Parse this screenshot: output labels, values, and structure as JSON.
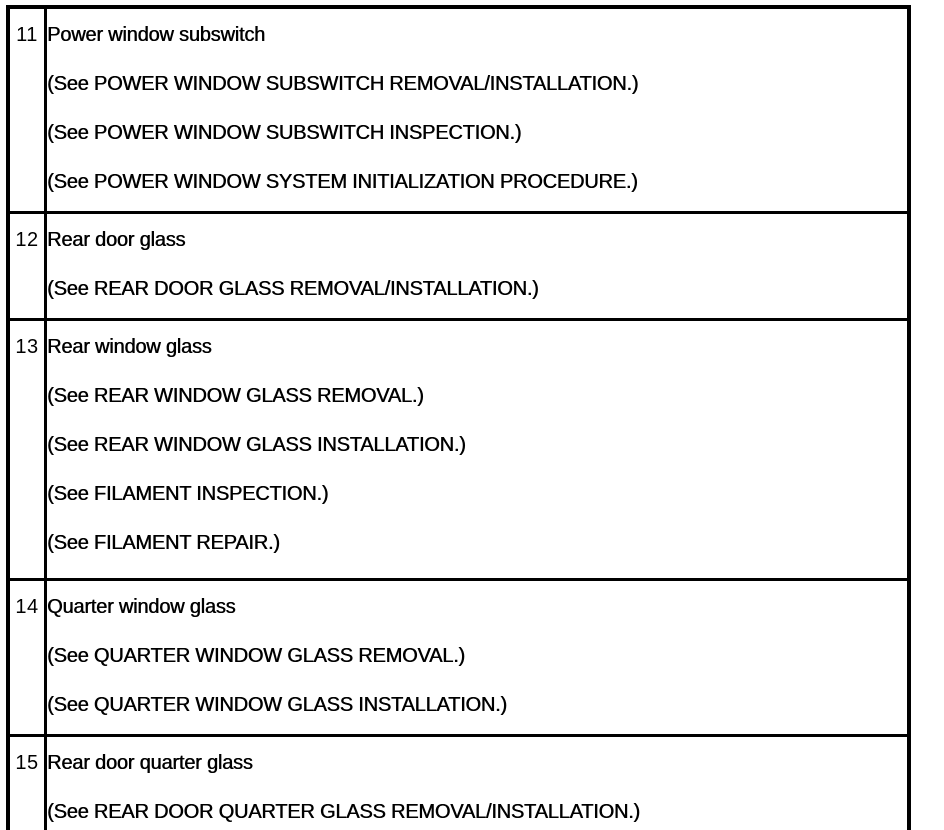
{
  "colors": {
    "background": "#ffffff",
    "border": "#000000",
    "text": "#000000"
  },
  "table": {
    "description": "Service manual component index table, items 11-15",
    "rows": [
      {
        "num": "11",
        "title": "Power window subswitch",
        "refs": [
          "(See POWER WINDOW SUBSWITCH REMOVAL/INSTALLATION.)",
          "(See POWER WINDOW SUBSWITCH INSPECTION.)",
          "(See POWER WINDOW SYSTEM INITIALIZATION PROCEDURE.)"
        ]
      },
      {
        "num": "12",
        "title": "Rear door glass",
        "refs": [
          "(See REAR DOOR GLASS REMOVAL/INSTALLATION.)"
        ]
      },
      {
        "num": "13",
        "title": "Rear window glass",
        "refs": [
          "(See REAR WINDOW GLASS REMOVAL.)",
          "(See REAR WINDOW GLASS INSTALLATION.)",
          "(See FILAMENT INSPECTION.)",
          "(See FILAMENT REPAIR.)"
        ]
      },
      {
        "num": "14",
        "title": "Quarter window glass",
        "refs": [
          "(See QUARTER WINDOW GLASS REMOVAL.)",
          "(See QUARTER WINDOW GLASS INSTALLATION.)"
        ]
      },
      {
        "num": "15",
        "title": "Rear door quarter glass",
        "refs": [
          "(See REAR DOOR QUARTER GLASS REMOVAL/INSTALLATION.)"
        ]
      }
    ]
  }
}
